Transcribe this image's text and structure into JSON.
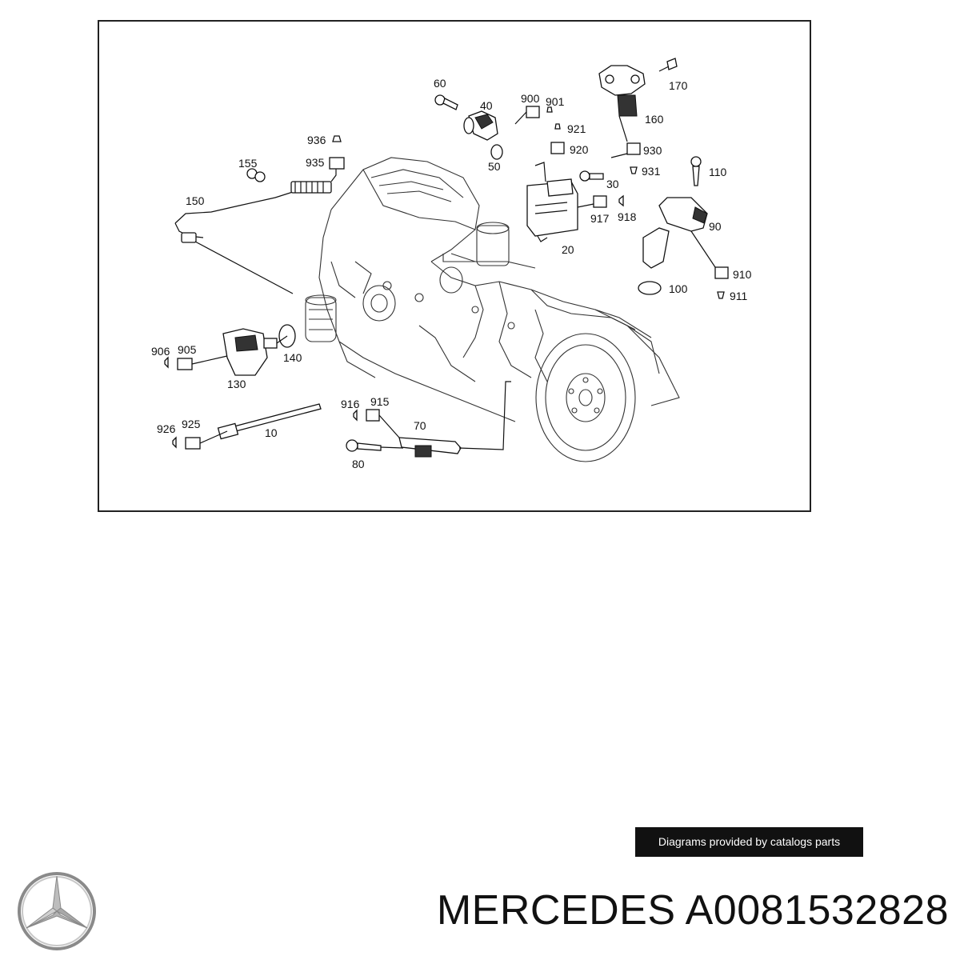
{
  "diagram": {
    "callouts": [
      "10",
      "20",
      "30",
      "40",
      "50",
      "60",
      "70",
      "80",
      "90",
      "100",
      "110",
      "130",
      "140",
      "150",
      "155",
      "160",
      "170",
      "900",
      "901",
      "905",
      "906",
      "910",
      "911",
      "915",
      "916",
      "917",
      "918",
      "920",
      "921",
      "925",
      "926",
      "930",
      "931",
      "935",
      "936"
    ]
  },
  "credit": {
    "text": "Diagrams provided by catalogs parts"
  },
  "title": {
    "brand": "MERCEDES",
    "part_number": "A0081532828"
  },
  "logo": {
    "icon": "three-pointed-star-icon"
  }
}
